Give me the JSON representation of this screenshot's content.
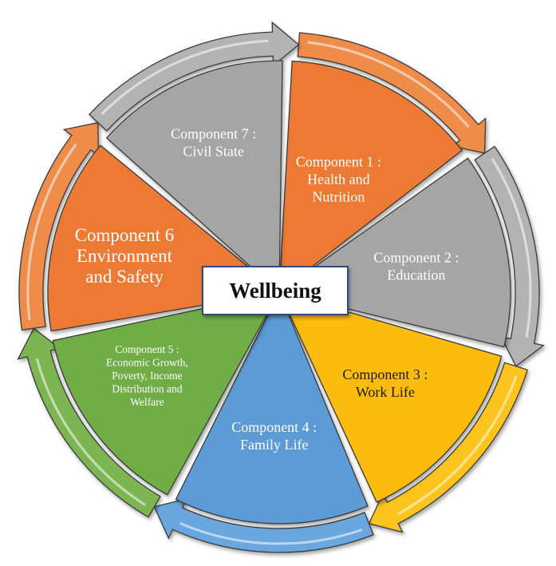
{
  "center": {
    "label": "Wellbeing"
  },
  "segments": [
    {
      "id": "c1",
      "lines": [
        "Component 1 :",
        "Health and",
        "Nutrition"
      ],
      "fill": "#ec7a35",
      "arc": "#f08c48",
      "text_color": "#ffffff"
    },
    {
      "id": "c2",
      "lines": [
        "Component 2 :",
        "Education"
      ],
      "fill": "#a5a5a5",
      "arc": "#b3b3b3",
      "text_color": "#ffffff"
    },
    {
      "id": "c3",
      "lines": [
        "Component 3 :",
        "Work Life"
      ],
      "fill": "#fbbc10",
      "arc": "#fcc41a",
      "text_color": "#1a1a1a"
    },
    {
      "id": "c4",
      "lines": [
        "Component 4 :",
        "Family Life"
      ],
      "fill": "#5c9bd5",
      "arc": "#6aa7de",
      "text_color": "#ffffff"
    },
    {
      "id": "c5",
      "lines": [
        "Component 5 :",
        "Economic Growth,",
        "Poverty, Income",
        "Distribution and",
        "Welfare"
      ],
      "fill": "#70ad46",
      "arc": "#7cb653",
      "text_color": "#ffffff"
    },
    {
      "id": "c6",
      "lines": [
        "Component 6",
        "Environment",
        "and Safety"
      ],
      "fill": "#ec7a35",
      "arc": "#f08c48",
      "text_color": "#ffffff"
    },
    {
      "id": "c7",
      "lines": [
        "Component 7 :",
        "Civil State"
      ],
      "fill": "#a5a5a5",
      "arc": "#b3b3b3",
      "text_color": "#ffffff"
    }
  ],
  "colors": {
    "outline": "#3a3a3a",
    "background": "#ffffff",
    "center_border": "#2e4d7b"
  }
}
